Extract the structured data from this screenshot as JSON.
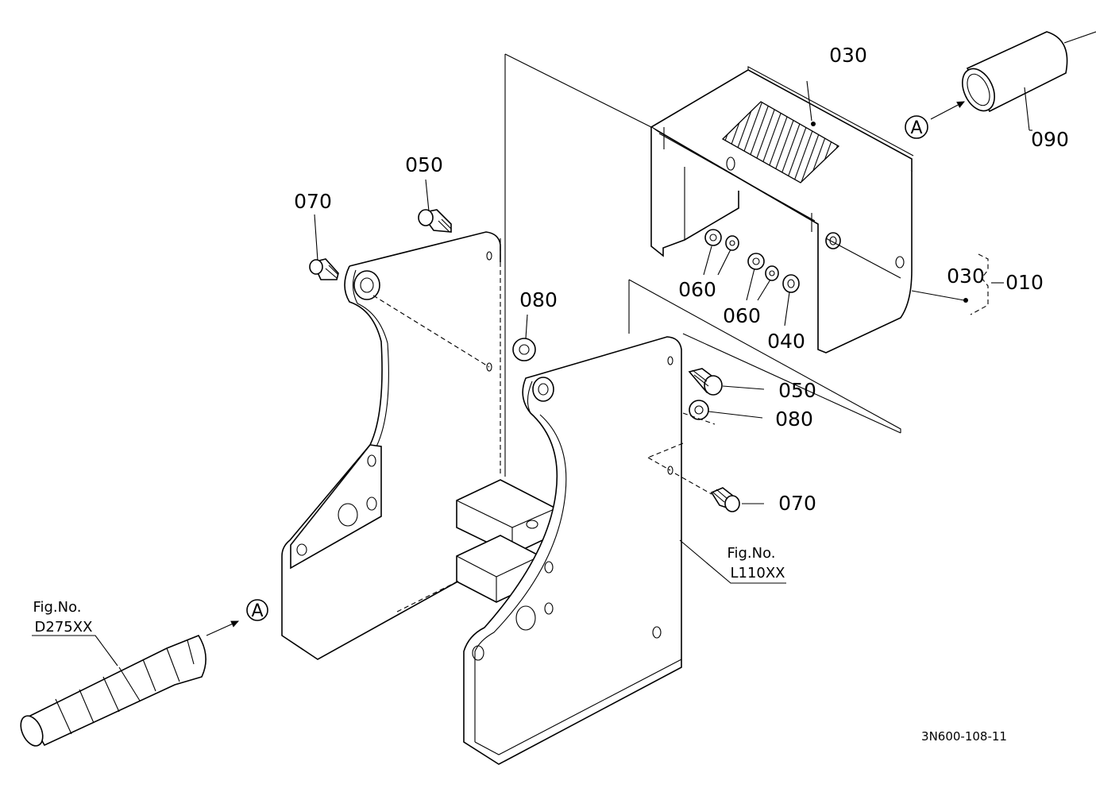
{
  "parts": {
    "p010": "010",
    "p030_top": "030",
    "p030_side": "030",
    "p040": "040",
    "p050_top": "050",
    "p050_right": "050",
    "p060_a": "060",
    "p060_b": "060",
    "p070_top": "070",
    "p070_right": "070",
    "p080_top": "080",
    "p080_right": "080",
    "p090": "090"
  },
  "references": {
    "fig_left_title": "Fig.No.",
    "fig_left_code": "D275XX",
    "fig_right_title": "Fig.No.",
    "fig_right_code": "L110XX",
    "callout_left": "A",
    "callout_right": "A"
  },
  "drawing_code": "3N600-108-11"
}
